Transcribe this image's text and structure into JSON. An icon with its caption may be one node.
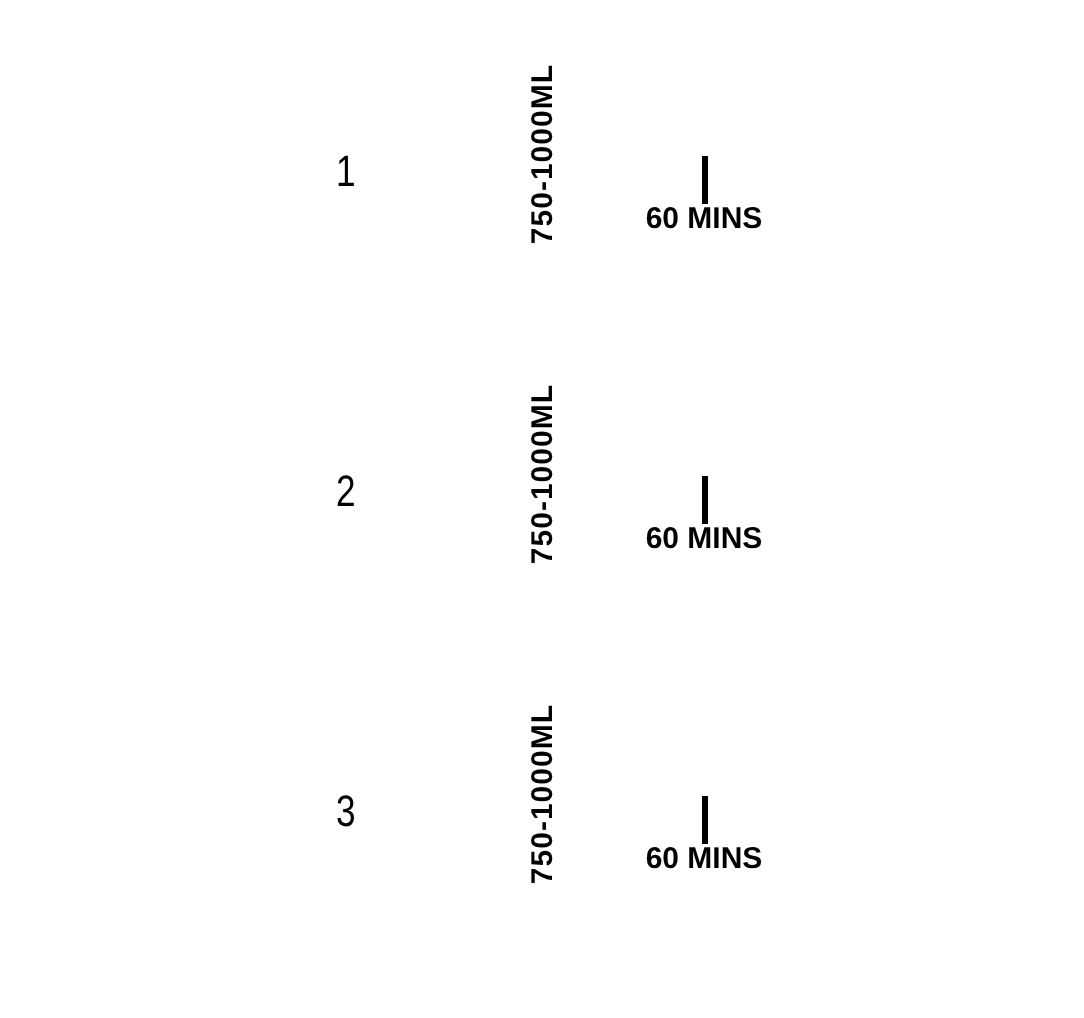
{
  "diagram": {
    "labels": [
      "1",
      "750-1000ML",
      "60 MINS",
      "2",
      "750-1000ML",
      "60 MINS",
      "3",
      "750-1000ML",
      "60 MINS"
    ]
  }
}
